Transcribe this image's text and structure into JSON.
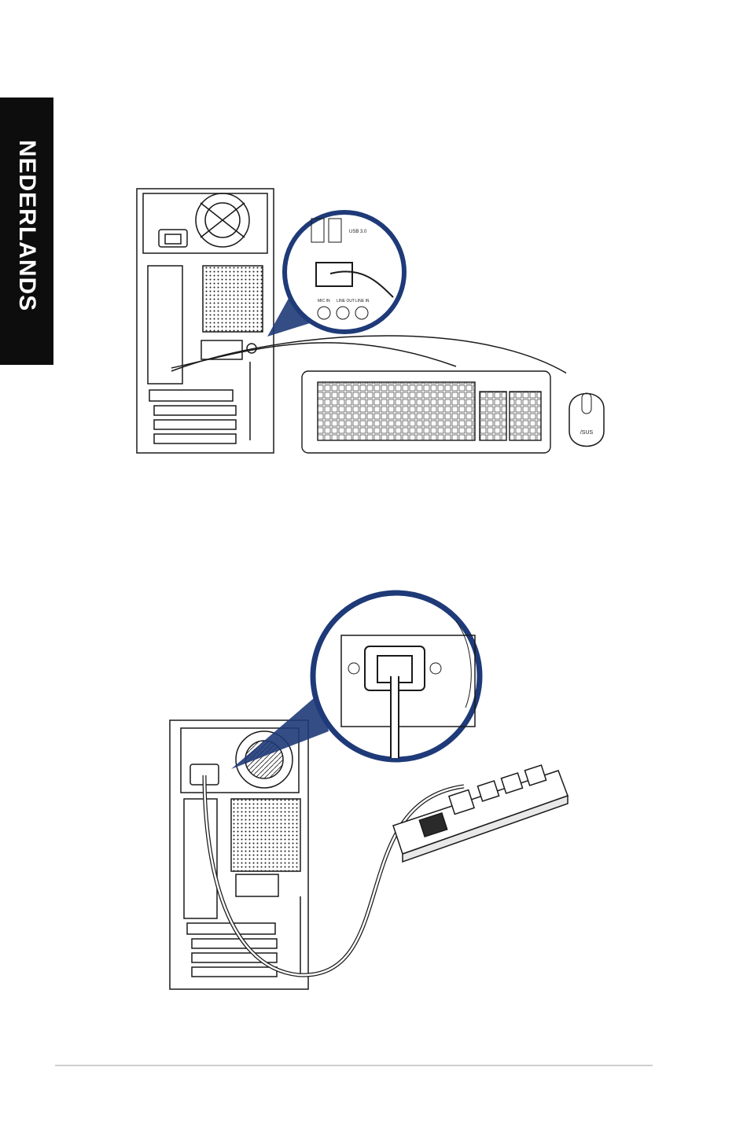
{
  "side_tab": {
    "label": "NEDERLANDS"
  },
  "figure_1": {
    "description_name": "keyboard-mouse-connection",
    "zoom_labels": {
      "usb3": "USB 3.0",
      "mic_in": "MIC IN",
      "line_out": "LINE OUT",
      "line_in": "LINE IN"
    },
    "mouse_logo": "/SUS"
  },
  "figure_2": {
    "description_name": "power-cord-connection"
  },
  "colors": {
    "zoom_ring": "#1f3a78",
    "ink": "#1a1a1a",
    "tab": "#0d0d0d"
  }
}
